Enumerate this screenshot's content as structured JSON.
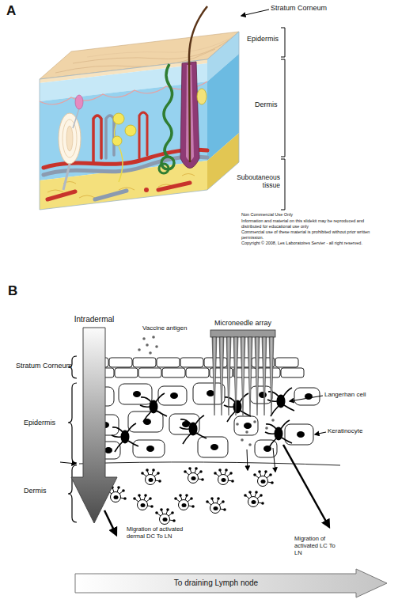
{
  "diagram": {
    "nodes": [
      {
        "text": [
          "Intradermal"
        ]
      },
      {
        "text": [
          "Microneedle array"
        ]
      },
      {
        "text": [
          "To draining Lymph node"
        ]
      }
    ],
    "labels": [
      "A",
      "Stratum Corneum",
      "Epidermis",
      "Dermis",
      "Suboutaneous tissue",
      "Non Commercial Use Only",
      "Information and material on this slidekit may be reproduced and distributed for educational use only",
      "Commercial use of these material is prohibited without prior written permission.",
      "Copyright © 2008, Les Laboratoires Servier - all right reserved.",
      "B",
      "Vaccine antigen",
      "Stratum Corneum",
      "Epidermis",
      "Dermis",
      "Langerhan cell",
      "Keratinocyte",
      "Migration of activated dermal DC To LN",
      "Migration of activated LC To LN"
    ]
  }
}
